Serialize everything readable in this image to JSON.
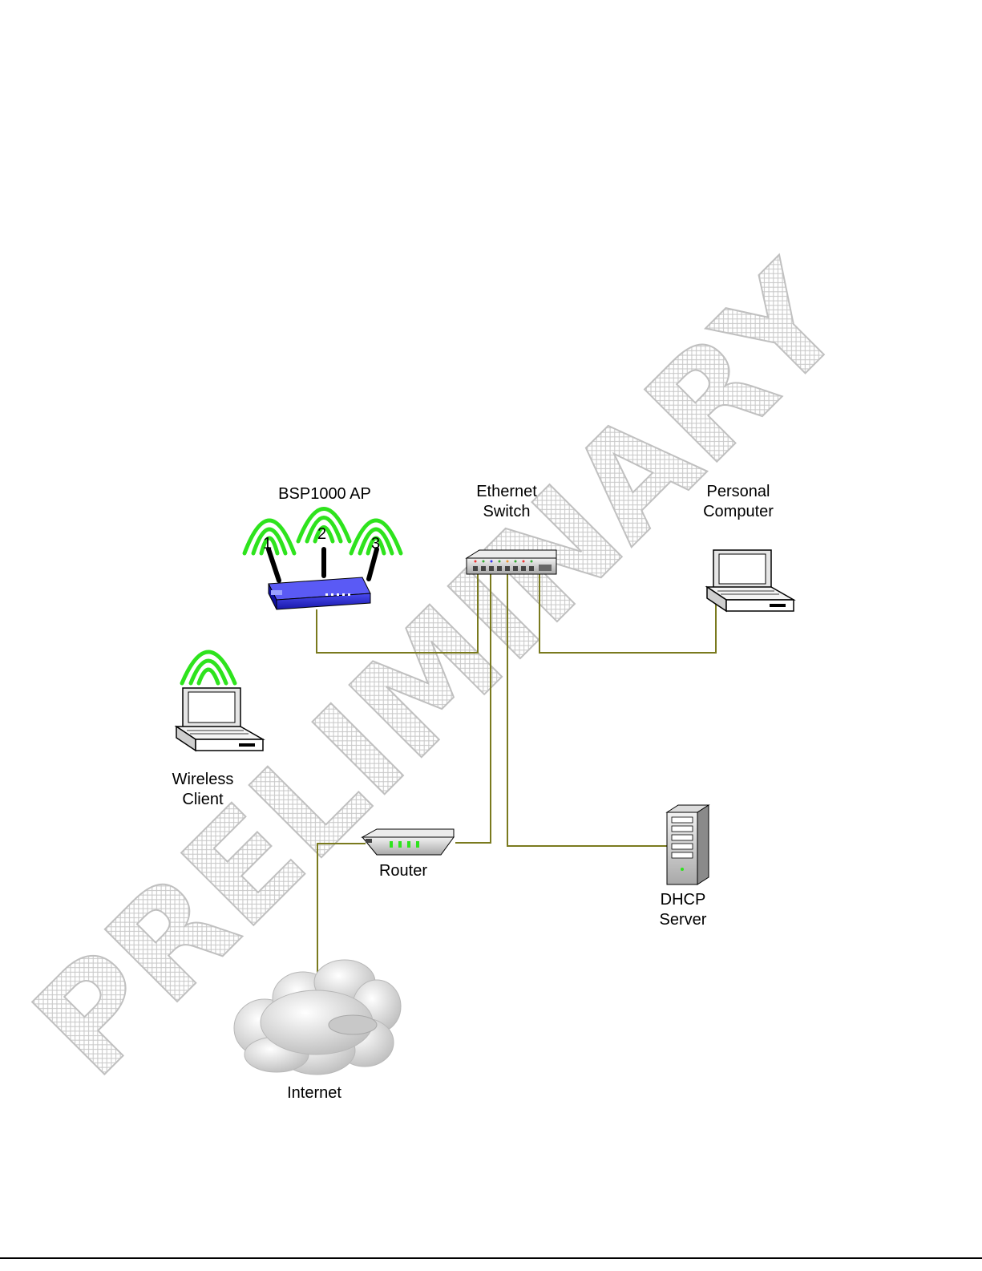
{
  "watermark": "PRELIMINARY",
  "colors": {
    "cable": "#7a7a1e",
    "wifi": "#2ee31d",
    "ap_body": "#2a2ad8",
    "cloud": "#d0d0d0"
  },
  "nodes": {
    "access_point": {
      "label": "BSP1000 AP",
      "antennas": [
        "1",
        "2",
        "3"
      ]
    },
    "switch": {
      "label_line1": "Ethernet",
      "label_line2": "Switch"
    },
    "personal_computer": {
      "label_line1": "Personal",
      "label_line2": "Computer"
    },
    "wireless_client": {
      "label_line1": "Wireless",
      "label_line2": "Client"
    },
    "router": {
      "label": "Router"
    },
    "dhcp_server": {
      "label_line1": "DHCP",
      "label_line2": "Server"
    },
    "internet": {
      "label": "Internet"
    }
  }
}
